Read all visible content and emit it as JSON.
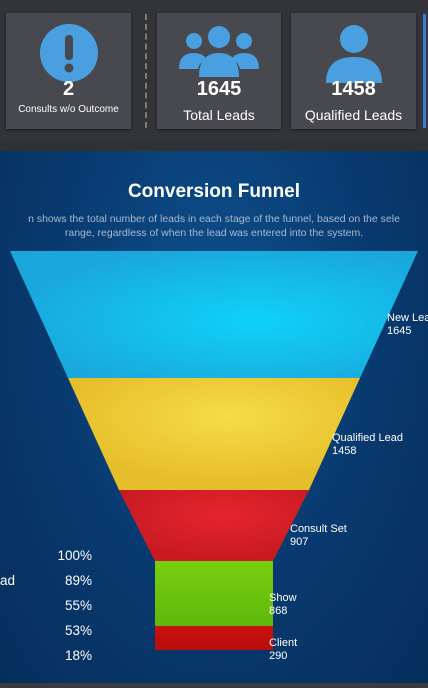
{
  "kpis": [
    {
      "value": "2",
      "label": "Consults w/o Outcome",
      "icon": "exclamation-circle-icon"
    },
    {
      "value": "1645",
      "label": "Total Leads",
      "icon": "users-group-icon"
    },
    {
      "value": "1458",
      "label": "Qualified Leads",
      "icon": "user-icon"
    }
  ],
  "funnel": {
    "title": "Conversion Funnel",
    "subtitle_line1": "n shows the total number of leads in each stage of the funnel, based on the sele",
    "subtitle_line2": "range, regardless of when the lead was entered into the system.",
    "stages": [
      {
        "name": "New Lea",
        "value": "1645",
        "color": "#18b3e6"
      },
      {
        "name": "Qualified Lead",
        "value": "1458",
        "color": "#f0cf3a"
      },
      {
        "name": "Consult Set",
        "value": "907",
        "color": "#dc1f27"
      },
      {
        "name": "Show",
        "value": "868",
        "color": "#6cc60e"
      },
      {
        "name": "Client",
        "value": "290",
        "color": "#c40f12"
      }
    ],
    "percentages": [
      "100%",
      "89%",
      "55%",
      "53%",
      "18%"
    ],
    "left_partial_label": "ad"
  },
  "colors": {
    "accent_blue": "#3d7bd0",
    "icon_blue": "#4a9fe0",
    "panel_bg": "#08396e"
  }
}
